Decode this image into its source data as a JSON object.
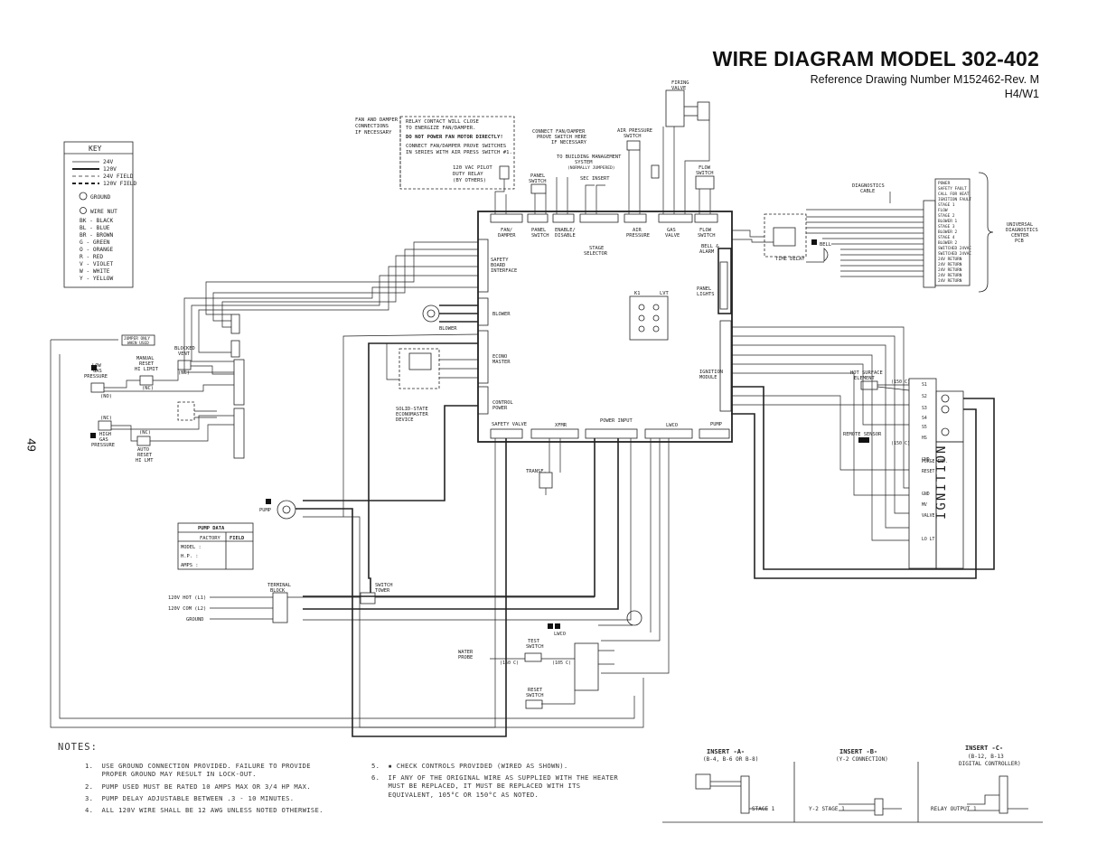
{
  "header": {
    "title": "WIRE DIAGRAM MODEL 302-402",
    "subtitle": "Reference Drawing Number M152462-Rev. M",
    "code": "H4/W1",
    "page_number": "49"
  },
  "key": {
    "title": "KEY",
    "lines": [
      "24V",
      "120V",
      "24V FIELD",
      "120V FIELD"
    ],
    "ground": "GROUND",
    "wire_nut": "WIRE NUT",
    "colors": [
      "BK - BLACK",
      "BL - BLUE",
      "BR - BROWN",
      "G - GREEN",
      "O - ORANGE",
      "R - RED",
      "V - VIOLET",
      "W - WHITE",
      "Y - YELLOW"
    ]
  },
  "relay_note": {
    "fan_label": [
      "FAN AND DAMPER",
      "CONNECTIONS",
      "IF NECESSARY"
    ],
    "lines": [
      "RELAY CONTACT WILL CLOSE",
      "TO ENERGIZE FAN/DAMPER.",
      "DO NOT POWER FAN MOTOR DIRECTLY!",
      "CONNECT FAN/DAMPER PROVE SWITCHES",
      "IN SERIES WITH AIR PRESS SWITCH #1.",
      "120 VAC PILOT",
      "DUTY RELAY",
      "(BY OTHERS)"
    ]
  },
  "labels": {
    "connect_fan": [
      "CONNECT FAN/DAMPER",
      "PROVE SWITCH HERE",
      "IF NECESSARY"
    ],
    "air_pressure": [
      "AIR PRESSURE",
      "SWITCH"
    ],
    "bms": [
      "TO BUILDING MANAGEMENT",
      "SYSTEM",
      "(NORMALLY JUMPERED)"
    ],
    "panel_switch": [
      "PANEL",
      "SWITCH"
    ],
    "sec_insert": "SEC INSERT",
    "firing_valve": [
      "FIRING",
      "VALVE"
    ],
    "flow_switch": [
      "FLOW",
      "SWITCH"
    ],
    "diag_cable": [
      "DIAGNOSTICS",
      "CABLE"
    ],
    "universal": [
      "UNIVERSAL",
      "DIAGNOSTICS",
      "CENTER",
      "PCB"
    ],
    "diag_pins": [
      "POWER",
      "SAFETY FAULT",
      "CALL FOR HEAT",
      "IGNITION FAULT",
      "STAGE 1",
      "FLOW",
      "STAGE 2",
      "BLOWER 1",
      "STAGE 3",
      "BLOWER 2",
      "STAGE 4",
      "BLOWER 2",
      "SWITCHED 24VAC",
      "SWITCHED 24VAC",
      "24V RETURN",
      "24V RETURN",
      "24V RETURN",
      "24V RETURN",
      "24V RETURN"
    ],
    "bell": "BELL",
    "bell_alarm": [
      "BELL &",
      "ALARM"
    ],
    "time_delay": "TIME DELAY",
    "panel_lights": [
      "PANEL",
      "LIGHTS"
    ],
    "ignition_module": [
      "IGNITION",
      "MODULE"
    ],
    "hot_surface": [
      "HOT SURFACE",
      "ELEMENT"
    ],
    "remote_sensor": "REMOTE SENSOR",
    "ignition": "IGNITION",
    "ign_pins": [
      "S1",
      "S2",
      "S3",
      "S4",
      "S5",
      "HS",
      "GND",
      "RESET",
      "PURGE IND.",
      "GND",
      "MV",
      "VALVE",
      "LO LT."
    ],
    "blower": "BLOWER",
    "safety_board": [
      "SAFETY",
      "BOARD",
      "INTERFACE"
    ],
    "econo_master": [
      "ECONO",
      "MASTER"
    ],
    "control_power": [
      "CONTROL",
      "POWER"
    ],
    "solid_state": [
      "SOLID-STATE",
      "ECONOMASTER",
      "DEVICE"
    ],
    "pcb_top": [
      "FAN/",
      "DAMPER",
      "PANEL",
      "SWITCH",
      "ENABLE/",
      "DISABLE",
      "AIR",
      "PRESSURE",
      "GAS",
      "VALVE",
      "FLOW",
      "SWITCH"
    ],
    "stage_selector": [
      "STAGE",
      "SELECTOR"
    ],
    "pcb_bottom": [
      "SAFETY VALVE",
      "XFMR",
      "POWER INPUT",
      "LWCO",
      "PUMP"
    ],
    "k1": "K1",
    "lvt": "LVT",
    "low_gas": [
      "LOW",
      "GAS",
      "PRESSURE",
      "(NO)"
    ],
    "manual_reset": [
      "MANUAL",
      "RESET",
      "HI LIMIT",
      "(NC)"
    ],
    "blocked_vent": [
      "BLOCKED",
      "VENT",
      "(NC)"
    ],
    "jumper": [
      "JUMPER ONLY",
      "WHEN USED"
    ],
    "high_gas": [
      "HIGH",
      "GAS",
      "PRESSURE",
      "(NC)"
    ],
    "auto_reset": [
      "AUTO",
      "RESET",
      "HI LMT",
      "(NC)"
    ],
    "pump": "PUMP",
    "transformer": "TRANSF.",
    "pump_data": [
      "PUMP DATA",
      "FACTORY",
      "FIELD",
      "MODEL :",
      "H.P. :",
      "AMPS :"
    ],
    "terminal_block": [
      "TERMINAL",
      "BLOCK"
    ],
    "switch_tower": [
      "SWITCH",
      "TOWER"
    ],
    "mains": [
      "120V HOT (L1)",
      "120V COM (L2)",
      "GROUND"
    ],
    "lwco": "LWCO",
    "test_switch": [
      "TEST",
      "SWITCH"
    ],
    "water_probe": [
      "WATER",
      "PROBE"
    ],
    "reset_switch": [
      "RESET",
      "SWITCH"
    ],
    "temp_150": "(150 C)",
    "temp_105": "(105 C)"
  },
  "notes": {
    "heading": "NOTES:",
    "left": [
      "1.  USE GROUND CONNECTION PROVIDED. FAILURE TO PROVIDE",
      "    PROPER GROUND MAY RESULT IN LOCK-OUT.",
      "2.  PUMP USED MUST BE RATED 10 AMPS MAX OR 3/4 HP MAX.",
      "3.  PUMP DELAY ADJUSTABLE BETWEEN .3 - 10 MINUTES.",
      "4.  ALL 120V WIRE SHALL BE 12 AWG UNLESS NOTED OTHERWISE."
    ],
    "right": [
      "5.  ▪ CHECK CONTROLS PROVIDED (WIRED AS SHOWN).",
      "6.  IF ANY OF THE ORIGINAL WIRE AS SUPPLIED WITH THE HEATER",
      "    MUST BE REPLACED, IT MUST BE REPLACED WITH ITS",
      "    EQUIVALENT, 105°C OR 150°C AS NOTED."
    ]
  },
  "inserts": [
    {
      "title": "INSERT -A-",
      "sub": "(B-4, B-6 OR B-8)",
      "label": "STAGE 1"
    },
    {
      "title": "INSERT -B-",
      "sub": "(Y-2 CONNECTION)",
      "label": "Y-2  STAGE 1"
    },
    {
      "title": "INSERT -C-",
      "sub": "(B-12, B-13",
      "sub2": "DIGITAL CONTROLLER)",
      "label": "RELAY OUTPUT 1"
    }
  ]
}
